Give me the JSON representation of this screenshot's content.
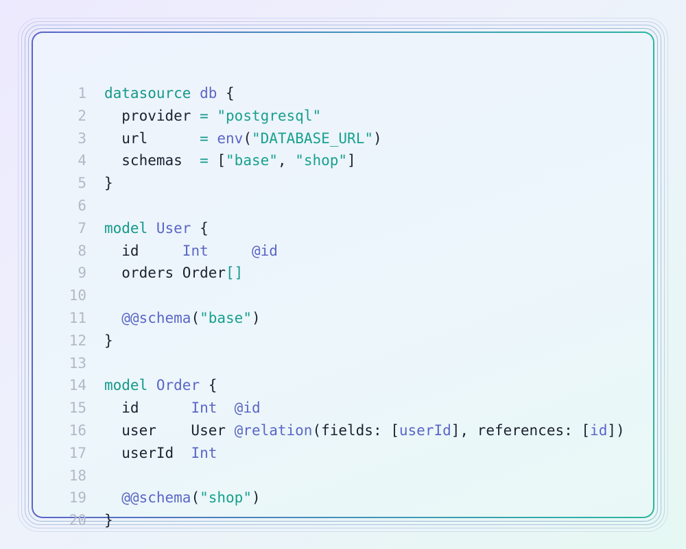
{
  "editor": {
    "colors": {
      "keyword": "#14998a",
      "name": "#5b66c6",
      "string": "#17a08e",
      "plain": "#1b2230",
      "line_number": "#b2b8c6",
      "border_start": "#5a63c8",
      "border_end": "#2bb5a0"
    },
    "lines": [
      {
        "n": "1",
        "tokens": [
          {
            "t": "datasource",
            "c": "kw"
          },
          {
            "t": " ",
            "c": "plain"
          },
          {
            "t": "db",
            "c": "nm"
          },
          {
            "t": " {",
            "c": "plain"
          }
        ]
      },
      {
        "n": "2",
        "tokens": [
          {
            "t": "  provider ",
            "c": "plain"
          },
          {
            "t": "=",
            "c": "op"
          },
          {
            "t": " ",
            "c": "plain"
          },
          {
            "t": "\"postgresql\"",
            "c": "str"
          }
        ]
      },
      {
        "n": "3",
        "tokens": [
          {
            "t": "  url      ",
            "c": "plain"
          },
          {
            "t": "=",
            "c": "op"
          },
          {
            "t": " ",
            "c": "plain"
          },
          {
            "t": "env",
            "c": "fn"
          },
          {
            "t": "(",
            "c": "plain"
          },
          {
            "t": "\"DATABASE_URL\"",
            "c": "str"
          },
          {
            "t": ")",
            "c": "plain"
          }
        ]
      },
      {
        "n": "4",
        "tokens": [
          {
            "t": "  schemas  ",
            "c": "plain"
          },
          {
            "t": "=",
            "c": "op"
          },
          {
            "t": " [",
            "c": "plain"
          },
          {
            "t": "\"base\"",
            "c": "str"
          },
          {
            "t": ", ",
            "c": "plain"
          },
          {
            "t": "\"shop\"",
            "c": "str"
          },
          {
            "t": "]",
            "c": "plain"
          }
        ]
      },
      {
        "n": "5",
        "tokens": [
          {
            "t": "}",
            "c": "plain"
          }
        ]
      },
      {
        "n": "6",
        "tokens": []
      },
      {
        "n": "7",
        "tokens": [
          {
            "t": "model",
            "c": "kw"
          },
          {
            "t": " ",
            "c": "plain"
          },
          {
            "t": "User",
            "c": "nm"
          },
          {
            "t": " {",
            "c": "plain"
          }
        ]
      },
      {
        "n": "8",
        "tokens": [
          {
            "t": "  id     ",
            "c": "plain"
          },
          {
            "t": "Int",
            "c": "nm"
          },
          {
            "t": "     ",
            "c": "plain"
          },
          {
            "t": "@id",
            "c": "attr"
          }
        ]
      },
      {
        "n": "9",
        "tokens": [
          {
            "t": "  orders Order",
            "c": "plain"
          },
          {
            "t": "[]",
            "c": "kw"
          }
        ]
      },
      {
        "n": "10",
        "tokens": []
      },
      {
        "n": "11",
        "tokens": [
          {
            "t": "  ",
            "c": "plain"
          },
          {
            "t": "@@schema",
            "c": "attr"
          },
          {
            "t": "(",
            "c": "plain"
          },
          {
            "t": "\"base\"",
            "c": "str"
          },
          {
            "t": ")",
            "c": "plain"
          }
        ]
      },
      {
        "n": "12",
        "tokens": [
          {
            "t": "}",
            "c": "plain"
          }
        ]
      },
      {
        "n": "13",
        "tokens": []
      },
      {
        "n": "14",
        "tokens": [
          {
            "t": "model",
            "c": "kw"
          },
          {
            "t": " ",
            "c": "plain"
          },
          {
            "t": "Order",
            "c": "nm"
          },
          {
            "t": " {",
            "c": "plain"
          }
        ]
      },
      {
        "n": "15",
        "tokens": [
          {
            "t": "  id      ",
            "c": "plain"
          },
          {
            "t": "Int",
            "c": "nm"
          },
          {
            "t": "  ",
            "c": "plain"
          },
          {
            "t": "@id",
            "c": "attr"
          }
        ]
      },
      {
        "n": "16",
        "tokens": [
          {
            "t": "  user    User ",
            "c": "plain"
          },
          {
            "t": "@relation",
            "c": "attr"
          },
          {
            "t": "(fields: [",
            "c": "plain"
          },
          {
            "t": "userId",
            "c": "nm"
          },
          {
            "t": "], references: [",
            "c": "plain"
          },
          {
            "t": "id",
            "c": "nm"
          },
          {
            "t": "])",
            "c": "plain"
          }
        ]
      },
      {
        "n": "17",
        "tokens": [
          {
            "t": "  userId  ",
            "c": "plain"
          },
          {
            "t": "Int",
            "c": "nm"
          }
        ]
      },
      {
        "n": "18",
        "tokens": []
      },
      {
        "n": "19",
        "tokens": [
          {
            "t": "  ",
            "c": "plain"
          },
          {
            "t": "@@schema",
            "c": "attr"
          },
          {
            "t": "(",
            "c": "plain"
          },
          {
            "t": "\"shop\"",
            "c": "str"
          },
          {
            "t": ")",
            "c": "plain"
          }
        ]
      },
      {
        "n": "20",
        "tokens": [
          {
            "t": "}",
            "c": "plain"
          }
        ]
      }
    ]
  }
}
